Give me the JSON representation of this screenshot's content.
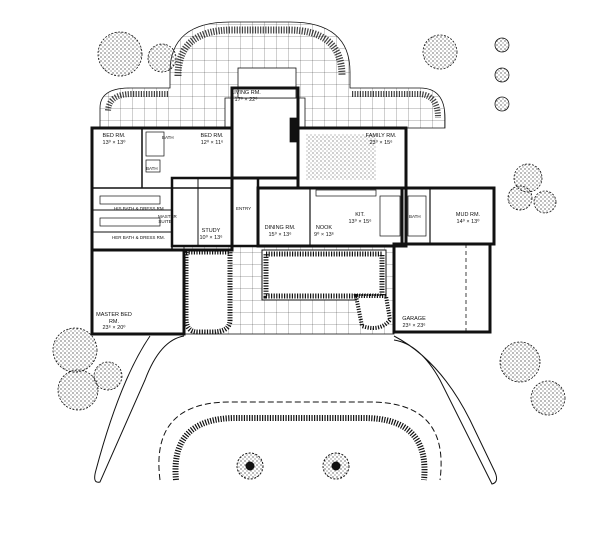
{
  "plan": {
    "rooms": [
      {
        "key": "living",
        "name": "LIVING RM.",
        "size": "17⁰ × 22⁰"
      },
      {
        "key": "family",
        "name": "FAMILY RM.",
        "size": "23⁰ × 15⁶"
      },
      {
        "key": "bed1",
        "name": "BED RM.",
        "size": "13⁰ × 13⁰"
      },
      {
        "key": "bed2",
        "name": "BED RM.",
        "size": "12⁰ × 11⁶"
      },
      {
        "key": "kit",
        "name": "KIT.",
        "size": "13⁰ × 15⁶"
      },
      {
        "key": "mud",
        "name": "MUD RM.",
        "size": "14⁰ × 13⁰"
      },
      {
        "key": "dining",
        "name": "DINING RM.",
        "size": "15⁰ × 13⁶"
      },
      {
        "key": "nook",
        "name": "NOOK",
        "size": "9⁰ × 13⁶"
      },
      {
        "key": "study",
        "name": "STUDY",
        "size": "10⁰ × 13⁶"
      },
      {
        "key": "master",
        "name": "MASTER BED RM.",
        "size": "23⁶ × 20⁰"
      },
      {
        "key": "garage",
        "name": "GARAGE",
        "size": "23⁶ × 23⁶"
      }
    ],
    "small_labels": {
      "bath1": "BATH",
      "bath2": "BATH",
      "bath3": "BATH",
      "his": "HIS BATH & DRESS RM.",
      "hers": "HER BATH & DRESS RM.",
      "suite": "MASTER SUITE",
      "entry": "ENTRY"
    },
    "colors": {
      "ink": "#111111",
      "paper": "#ffffff"
    }
  }
}
